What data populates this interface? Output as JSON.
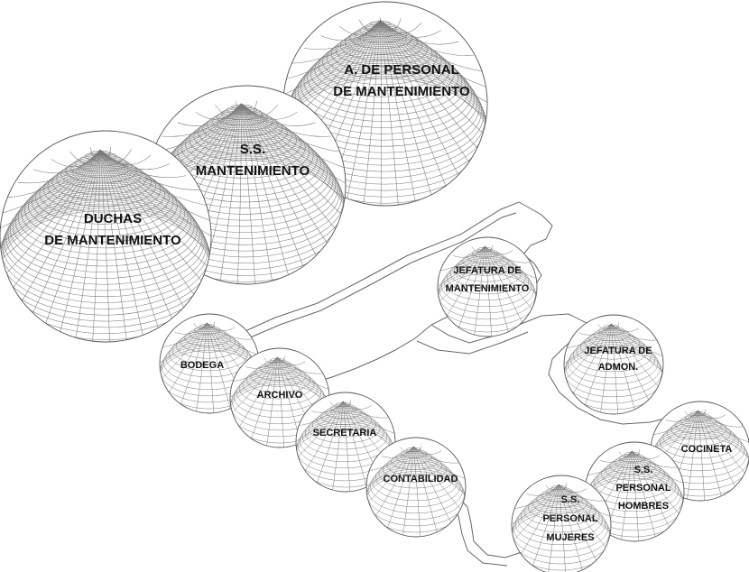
{
  "diagram": {
    "zones": [
      {
        "id": "personal",
        "lines": [
          "A.    DE PERSONAL",
          "DE MANTENIMIENTO"
        ]
      },
      {
        "id": "ss-mant",
        "lines": [
          "S.S.",
          "MANTENIMIENTO"
        ]
      },
      {
        "id": "duchas",
        "lines": [
          "DUCHAS",
          "DE MANTENIMIENTO"
        ]
      },
      {
        "id": "jefatura-mant",
        "lines": [
          "JEFATURA DE",
          "MANTENIMIENTO"
        ]
      },
      {
        "id": "jefatura-admon",
        "lines": [
          "JEFATURA DE",
          "ADMON."
        ]
      },
      {
        "id": "bodega",
        "lines": [
          "BODEGA"
        ]
      },
      {
        "id": "archivo",
        "lines": [
          "ARCHIVO"
        ]
      },
      {
        "id": "secretaria",
        "lines": [
          "SECRETARIA"
        ]
      },
      {
        "id": "contabilidad",
        "lines": [
          "CONTABILIDAD"
        ]
      },
      {
        "id": "cocineta",
        "lines": [
          "COCINETA"
        ]
      },
      {
        "id": "ss-hombres",
        "lines": [
          "S.S.",
          "PERSONAL",
          "HOMBRES"
        ]
      },
      {
        "id": "ss-mujeres",
        "lines": [
          "S.S.",
          "PERSONAL",
          "MUJERES"
        ]
      }
    ],
    "colors": {
      "sphere_fill": "#ffffff",
      "sphere_mesh": "#7a7a7a",
      "sphere_outline": "#555555",
      "path_line": "#666666",
      "label": "#111111"
    }
  }
}
